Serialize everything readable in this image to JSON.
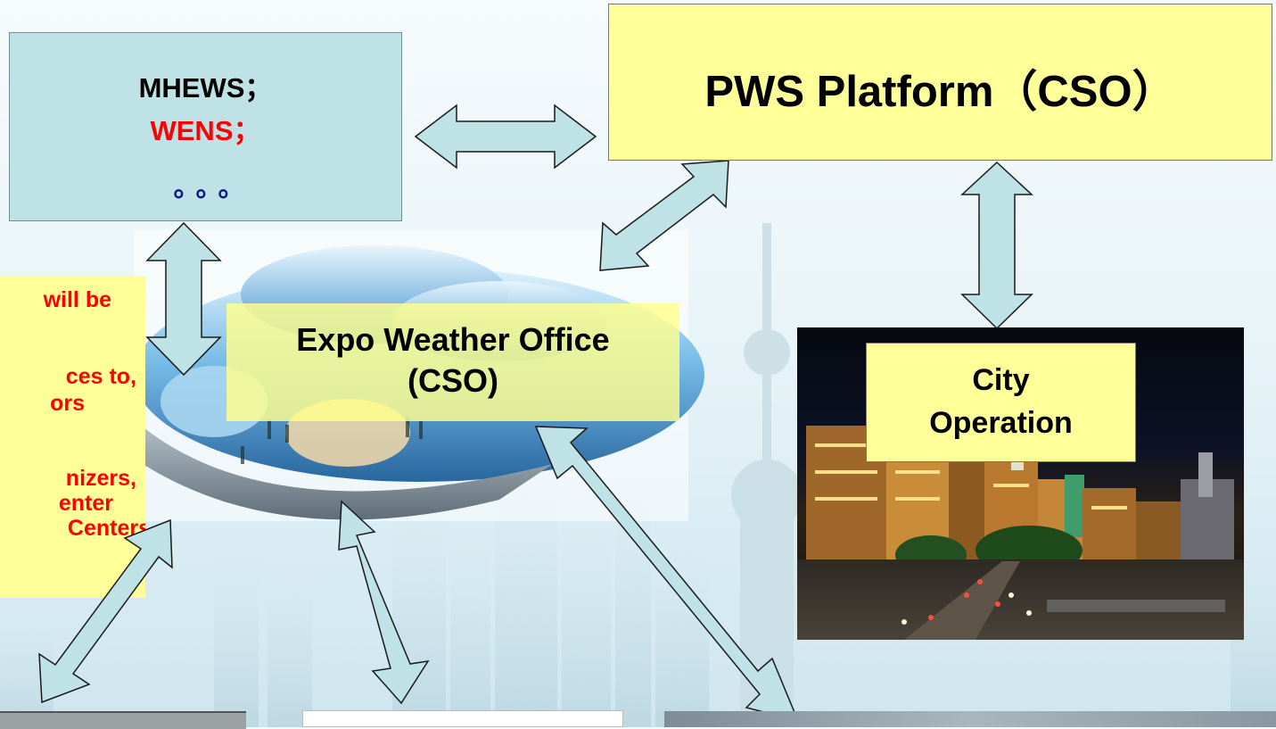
{
  "mhews_box": {
    "line1": "MHEWS；",
    "line2": "WENS；",
    "line3": "。。。"
  },
  "pws_box": {
    "label": "PWS Platform（CSO）"
  },
  "expo_office": {
    "line1": "Expo Weather Office",
    "line2": "(CSO)"
  },
  "city_operation": {
    "line1": "City",
    "line2": "Operation"
  },
  "side_note": {
    "lines": [
      "will be",
      "ces to,",
      "ors",
      "nizers,",
      "enter",
      "Centers"
    ]
  },
  "colors": {
    "arrow_fill": "#bfe2e6",
    "box_fill_blue": "#bfe2e6",
    "box_fill_yellow": "#ffff99",
    "highlight_red": "#ff0000",
    "ellipsis_blue": "#0b1a8a"
  }
}
